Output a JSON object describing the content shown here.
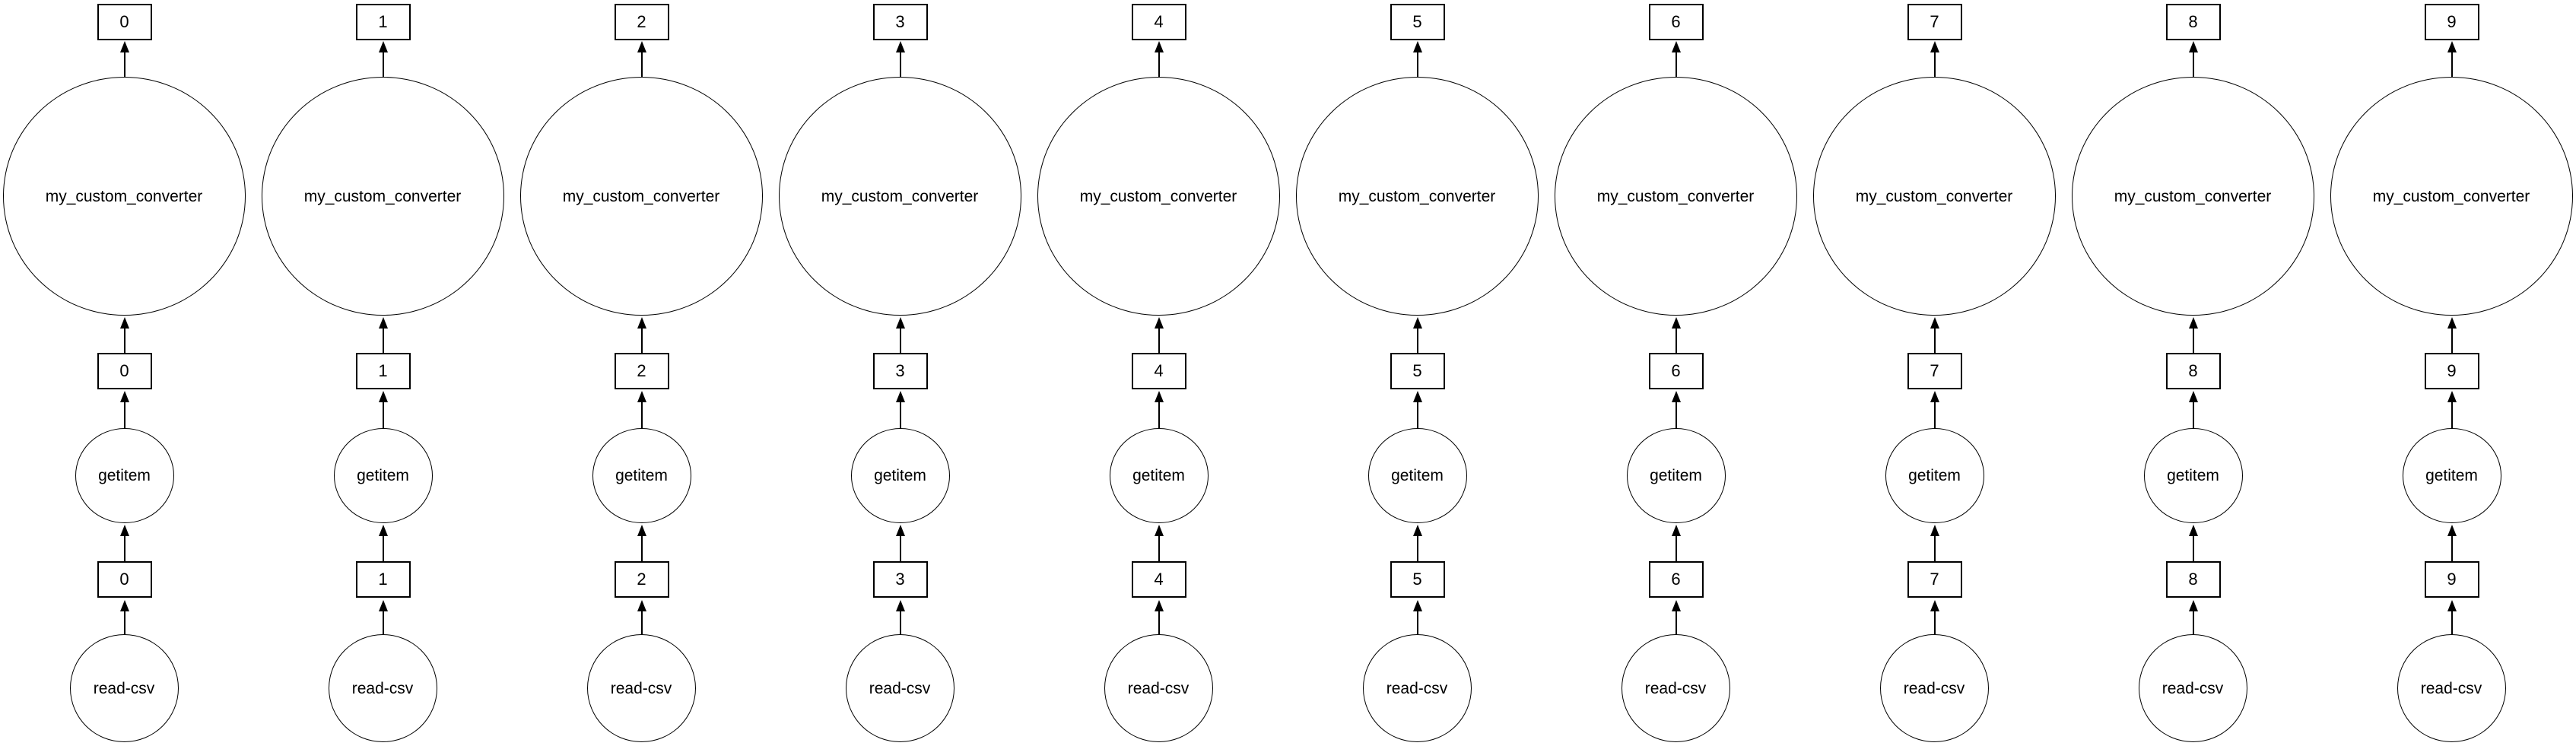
{
  "style": {
    "background": "#ffffff",
    "line_color": "#000000",
    "text_color": "#000000"
  },
  "graph": {
    "columns": [
      {
        "output_box": "0",
        "converter_label": "my_custom_converter",
        "intermediate_box": "0",
        "getitem_label": "getitem",
        "partition_box": "0",
        "reader_label": "read-csv"
      },
      {
        "output_box": "1",
        "converter_label": "my_custom_converter",
        "intermediate_box": "1",
        "getitem_label": "getitem",
        "partition_box": "1",
        "reader_label": "read-csv"
      },
      {
        "output_box": "2",
        "converter_label": "my_custom_converter",
        "intermediate_box": "2",
        "getitem_label": "getitem",
        "partition_box": "2",
        "reader_label": "read-csv"
      },
      {
        "output_box": "3",
        "converter_label": "my_custom_converter",
        "intermediate_box": "3",
        "getitem_label": "getitem",
        "partition_box": "3",
        "reader_label": "read-csv"
      },
      {
        "output_box": "4",
        "converter_label": "my_custom_converter",
        "intermediate_box": "4",
        "getitem_label": "getitem",
        "partition_box": "4",
        "reader_label": "read-csv"
      },
      {
        "output_box": "5",
        "converter_label": "my_custom_converter",
        "intermediate_box": "5",
        "getitem_label": "getitem",
        "partition_box": "5",
        "reader_label": "read-csv"
      },
      {
        "output_box": "6",
        "converter_label": "my_custom_converter",
        "intermediate_box": "6",
        "getitem_label": "getitem",
        "partition_box": "6",
        "reader_label": "read-csv"
      },
      {
        "output_box": "7",
        "converter_label": "my_custom_converter",
        "intermediate_box": "7",
        "getitem_label": "getitem",
        "partition_box": "7",
        "reader_label": "read-csv"
      },
      {
        "output_box": "8",
        "converter_label": "my_custom_converter",
        "intermediate_box": "8",
        "getitem_label": "getitem",
        "partition_box": "8",
        "reader_label": "read-csv"
      },
      {
        "output_box": "9",
        "converter_label": "my_custom_converter",
        "intermediate_box": "9",
        "getitem_label": "getitem",
        "partition_box": "9",
        "reader_label": "read-csv"
      }
    ]
  }
}
